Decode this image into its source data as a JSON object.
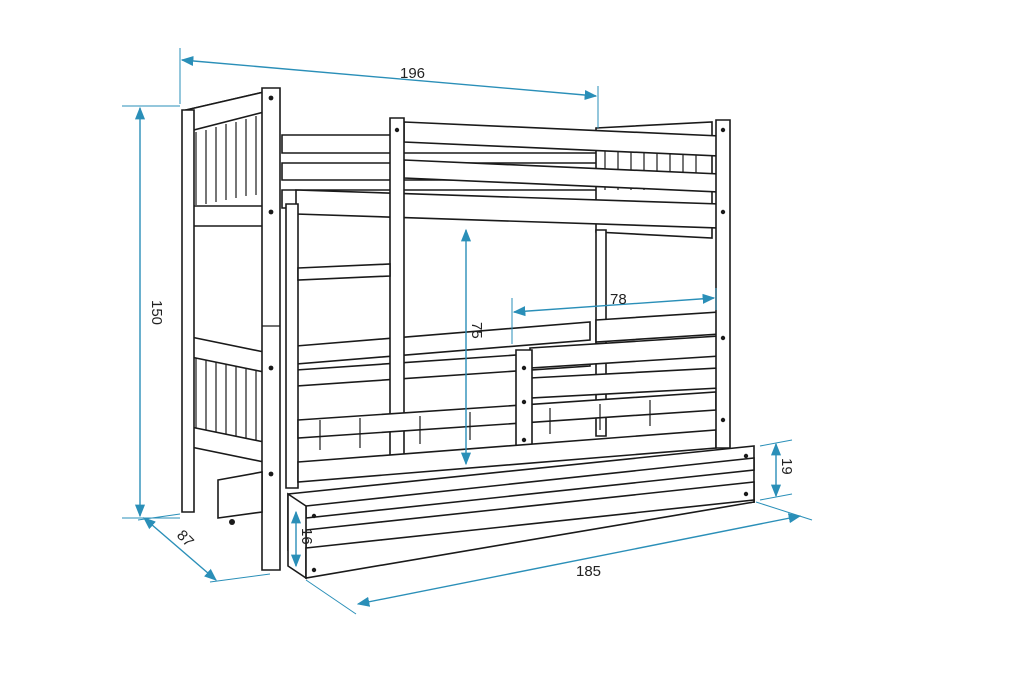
{
  "dimensions": {
    "top_length": "196",
    "height": "150",
    "width": "87",
    "lower_height": "75",
    "opening": "78",
    "drawer_height": "19",
    "drawer_depth": "16",
    "drawer_length": "185"
  },
  "colors": {
    "dimension_line": "#2a8fb8",
    "outline": "#1a1a1a"
  }
}
